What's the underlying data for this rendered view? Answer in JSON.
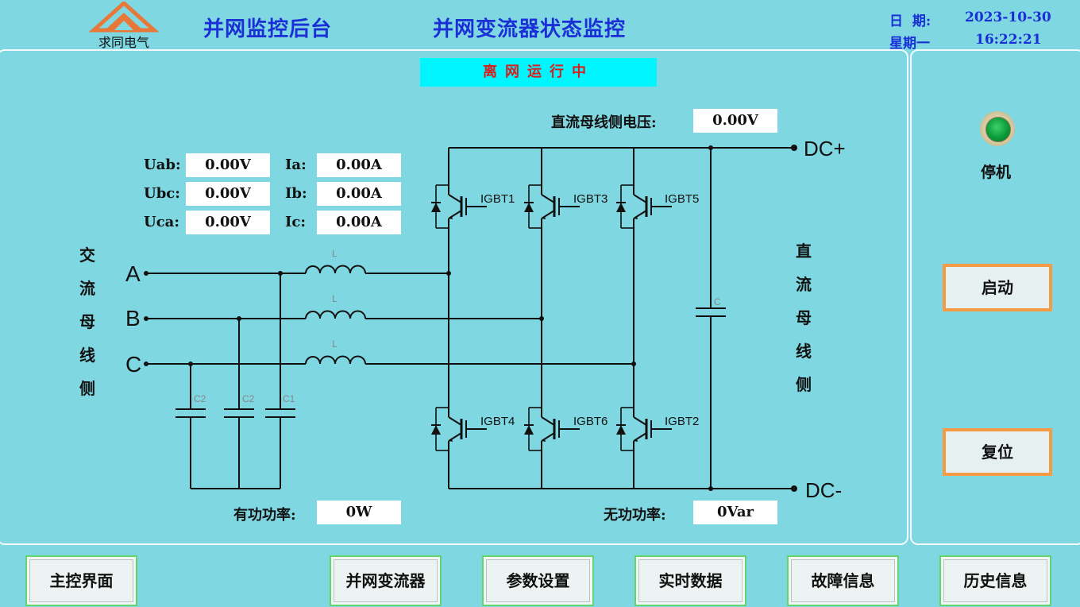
{
  "header": {
    "logo_text": "求同电气",
    "title_left": "并网监控后台",
    "title_center": "并网变流器状态监控",
    "date_label": "日  期:",
    "date_value": "2023-10-30",
    "weekday": "星期一",
    "time_value": "16:22:21"
  },
  "status": {
    "mode": "离网运行中"
  },
  "dc_voltage": {
    "label": "直流母线侧电压:",
    "value": "0.00V"
  },
  "measurements": [
    {
      "label": "Uab:",
      "value": "0.00V"
    },
    {
      "label": "Ubc:",
      "value": "0.00V"
    },
    {
      "label": "Uca:",
      "value": "0.00V"
    },
    {
      "label": "Ia:",
      "value": "0.00A"
    },
    {
      "label": "Ib:",
      "value": "0.00A"
    },
    {
      "label": "Ic:",
      "value": "0.00A"
    }
  ],
  "ac_side_label": [
    "交",
    "流",
    "母",
    "线",
    "侧"
  ],
  "dc_side_label": [
    "直",
    "流",
    "母",
    "线",
    "侧"
  ],
  "circuit": {
    "phases": [
      "A",
      "B",
      "C"
    ],
    "inductor_label": "L",
    "capacitor_labels": [
      "C2",
      "C2",
      "C1"
    ],
    "dc_capacitor_label": "C",
    "igbt_top": [
      "IGBT1",
      "IGBT3",
      "IGBT5"
    ],
    "igbt_bottom": [
      "IGBT4",
      "IGBT6",
      "IGBT2"
    ],
    "dc_plus": "DC+",
    "dc_minus": "DC-"
  },
  "power": {
    "active_label": "有功功率:",
    "active_value": "0W",
    "reactive_label": "无功功率:",
    "reactive_value": "0Var"
  },
  "side": {
    "indicator_color": "#0a9c3a",
    "run_state": "停机",
    "start_label": "启动",
    "reset_label": "复位"
  },
  "nav": [
    "主控界面",
    "并网变流器",
    "参数设置",
    "实时数据",
    "故障信息",
    "历史信息"
  ]
}
